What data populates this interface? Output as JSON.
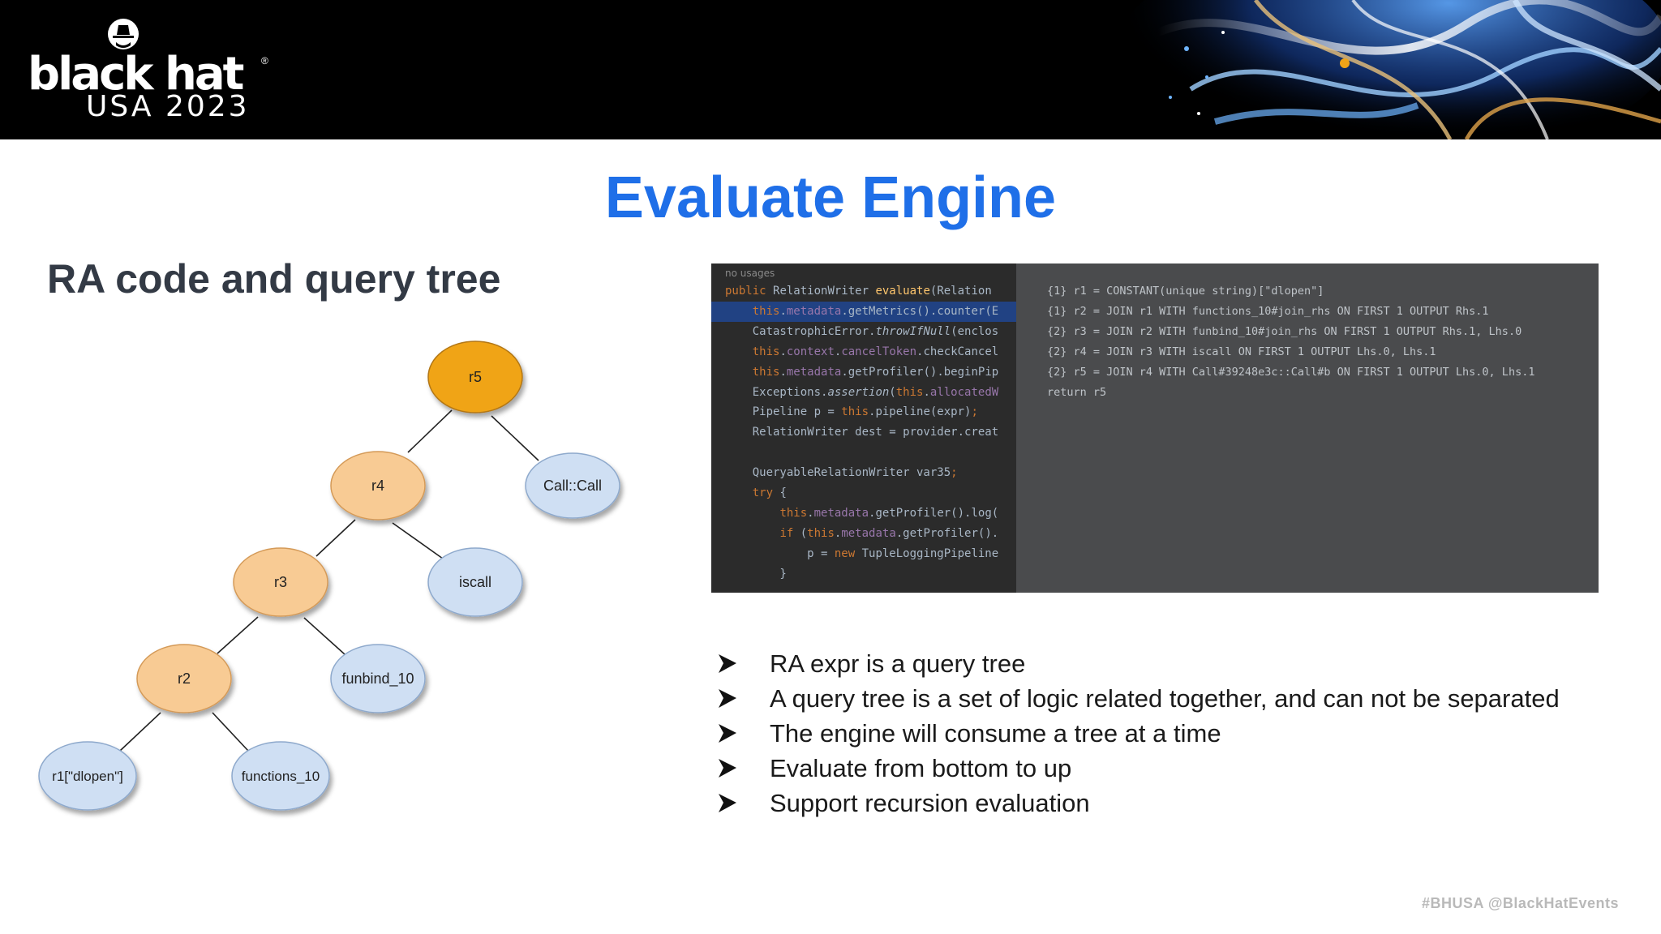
{
  "header": {
    "logo_text": "black hat",
    "logo_sub": "USA 2023",
    "logo_reg": "®"
  },
  "slide": {
    "title": "Evaluate Engine",
    "subtitle": "RA code and query tree"
  },
  "tree": {
    "nodes": {
      "r5": "r5",
      "call": "Call::Call",
      "r4": "r4",
      "iscall": "iscall",
      "r3": "r3",
      "funbind": "funbind_10",
      "r2": "r2",
      "r1": "r1[\"dlopen\"]",
      "functions": "functions_10"
    },
    "colors": {
      "root": "#f0a418",
      "internal": "#f8cb94",
      "leaf": "#cfdff3"
    }
  },
  "code": {
    "no_usages": "no usages",
    "left_lines": [
      [
        {
          "t": "public ",
          "c": "k"
        },
        {
          "t": "RelationWriter "
        },
        {
          "t": "evaluate",
          "c": "f"
        },
        {
          "t": "(Relation"
        }
      ],
      [
        {
          "t": "    "
        },
        {
          "t": "this",
          "c": "k"
        },
        {
          "t": "."
        },
        {
          "t": "metadata",
          "c": "p"
        },
        {
          "t": ".getMetrics().counter(E"
        }
      ],
      [
        {
          "t": "    CatastrophicError."
        },
        {
          "t": "throwIfNull",
          "c": "i"
        },
        {
          "t": "(enclos"
        }
      ],
      [
        {
          "t": "    "
        },
        {
          "t": "this",
          "c": "k"
        },
        {
          "t": "."
        },
        {
          "t": "context",
          "c": "p"
        },
        {
          "t": "."
        },
        {
          "t": "cancelToken",
          "c": "p"
        },
        {
          "t": ".checkCancel"
        }
      ],
      [
        {
          "t": "    "
        },
        {
          "t": "this",
          "c": "k"
        },
        {
          "t": "."
        },
        {
          "t": "metadata",
          "c": "p"
        },
        {
          "t": ".getProfiler().beginPip"
        }
      ],
      [
        {
          "t": "    Exceptions."
        },
        {
          "t": "assertion",
          "c": "i"
        },
        {
          "t": "("
        },
        {
          "t": "this",
          "c": "k"
        },
        {
          "t": "."
        },
        {
          "t": "allocatedW",
          "c": "p"
        }
      ],
      [
        {
          "t": "    Pipeline p = "
        },
        {
          "t": "this",
          "c": "k"
        },
        {
          "t": ".pipeline(expr)"
        },
        {
          "t": ";",
          "c": "k"
        }
      ],
      [
        {
          "t": "    RelationWriter dest = provider.creat"
        }
      ],
      [
        {
          "t": ""
        }
      ],
      [
        {
          "t": "    QueryableRelationWriter var35"
        },
        {
          "t": ";",
          "c": "k"
        }
      ],
      [
        {
          "t": "    "
        },
        {
          "t": "try",
          "c": "k"
        },
        {
          "t": " {"
        }
      ],
      [
        {
          "t": "        "
        },
        {
          "t": "this",
          "c": "k"
        },
        {
          "t": "."
        },
        {
          "t": "metadata",
          "c": "p"
        },
        {
          "t": ".getProfiler().log("
        }
      ],
      [
        {
          "t": "        "
        },
        {
          "t": "if",
          "c": "k"
        },
        {
          "t": " ("
        },
        {
          "t": "this",
          "c": "k"
        },
        {
          "t": "."
        },
        {
          "t": "metadata",
          "c": "p"
        },
        {
          "t": ".getProfiler()."
        }
      ],
      [
        {
          "t": "            p = "
        },
        {
          "t": "new",
          "c": "k"
        },
        {
          "t": " TupleLoggingPipeline"
        }
      ],
      [
        {
          "t": "        }"
        }
      ]
    ],
    "right_lines": [
      "{1} r1 = CONSTANT(unique string)[\"dlopen\"]",
      "{1} r2 = JOIN r1 WITH functions_10#join_rhs ON FIRST 1 OUTPUT Rhs.1",
      "{2} r3 = JOIN r2 WITH funbind_10#join_rhs ON FIRST 1 OUTPUT Rhs.1, Lhs.0",
      "{2} r4 = JOIN r3 WITH iscall ON FIRST 1 OUTPUT Lhs.0, Lhs.1",
      "{2} r5 = JOIN r4 WITH Call#39248e3c::Call#b ON FIRST 1 OUTPUT Lhs.0, Lhs.1",
      "return r5"
    ]
  },
  "bullets": [
    "RA expr is a query tree",
    "A query tree is a set of logic related together, and can not be separated",
    "The engine will consume a tree at a time",
    "Evaluate from bottom to up",
    "Support recursion evaluation"
  ],
  "footer": "#BHUSA  @BlackHatEvents"
}
